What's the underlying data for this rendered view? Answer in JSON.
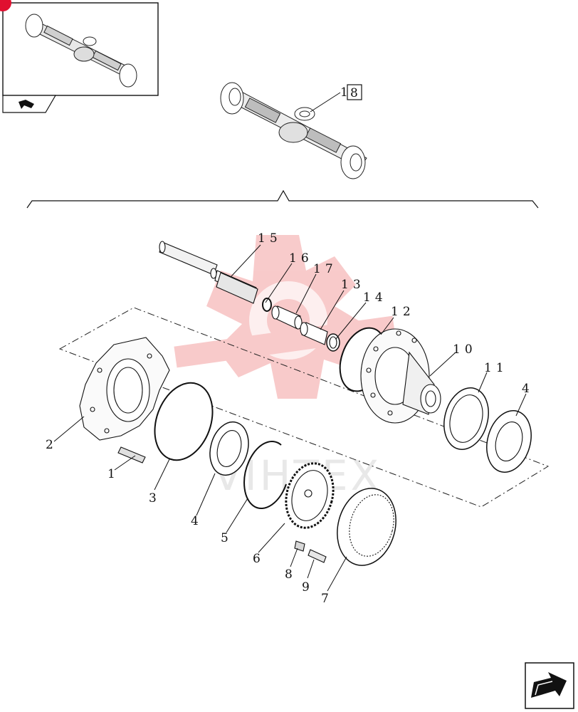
{
  "reference_box": {
    "prefix": "1",
    "number": "8"
  },
  "watermark": {
    "text": "VIHTEX",
    "color": "#f28a8a"
  },
  "accent_color": "#e01030",
  "callouts": [
    {
      "id": "c15",
      "text": "15"
    },
    {
      "id": "c16",
      "text": "16"
    },
    {
      "id": "c17",
      "text": "17"
    },
    {
      "id": "c13",
      "text": "13"
    },
    {
      "id": "c14",
      "text": "14"
    },
    {
      "id": "c12",
      "text": "12"
    },
    {
      "id": "c10",
      "text": "10"
    },
    {
      "id": "c11",
      "text": "11"
    },
    {
      "id": "c4a",
      "text": "4"
    },
    {
      "id": "c2",
      "text": "2"
    },
    {
      "id": "c1",
      "text": "1"
    },
    {
      "id": "c3",
      "text": "3"
    },
    {
      "id": "c4b",
      "text": "4"
    },
    {
      "id": "c5",
      "text": "5"
    },
    {
      "id": "c6",
      "text": "6"
    },
    {
      "id": "c8",
      "text": "8"
    },
    {
      "id": "c9",
      "text": "9"
    },
    {
      "id": "c7",
      "text": "7"
    }
  ],
  "icons": {
    "thumbnail_nav": "arrow-back-icon",
    "next_page": "arrow-next-page-icon"
  }
}
